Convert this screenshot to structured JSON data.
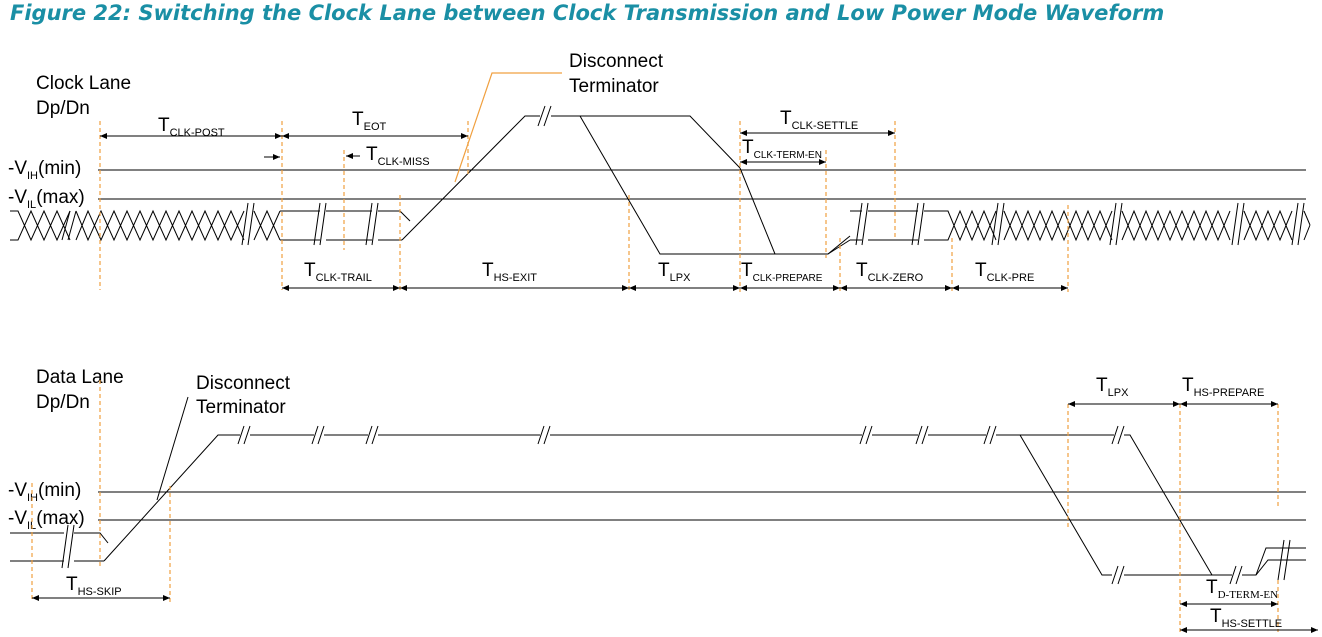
{
  "caption": "Figure 22: Switching the Clock Lane between Clock Transmission and Low Power Mode Waveform",
  "colors": {
    "caption": "#1a8fa5",
    "marker": "#f0a040",
    "ink": "#000000",
    "callout": "#f0a040"
  },
  "clock_lane": {
    "title_line1": "Clock Lane",
    "title_line2": "Dp/Dn",
    "vih": {
      "prefix": "-V",
      "sub": "IH",
      "suffix": "(min)"
    },
    "vil": {
      "prefix": "-V",
      "sub": "IL",
      "suffix": "(max)"
    },
    "callout_line1": "Disconnect",
    "callout_line2": "Terminator",
    "timings": {
      "clk_post": {
        "t": "T",
        "sub": "CLK-POST"
      },
      "eot": {
        "t": "T",
        "sub": "EOT"
      },
      "clk_miss": {
        "t": "T",
        "sub": "CLK-MISS"
      },
      "clk_settle": {
        "t": "T",
        "sub": "CLK-SETTLE"
      },
      "clk_term_en": {
        "t": "T",
        "sub": "CLK-TERM-EN"
      },
      "clk_trail": {
        "t": "T",
        "sub": "CLK-TRAIL"
      },
      "hs_exit": {
        "t": "T",
        "sub": "HS-EXIT"
      },
      "lpx": {
        "t": "T",
        "sub": "LPX"
      },
      "clk_prepare": {
        "t": "T",
        "sub": "CLK-PREPARE"
      },
      "clk_zero": {
        "t": "T",
        "sub": "CLK-ZERO"
      },
      "clk_pre": {
        "t": "T",
        "sub": "CLK-PRE"
      }
    }
  },
  "data_lane": {
    "title_line1": "Data Lane",
    "title_line2": "Dp/Dn",
    "vih": {
      "prefix": "-V",
      "sub": "IH",
      "suffix": "(min)"
    },
    "vil": {
      "prefix": "-V",
      "sub": "IL",
      "suffix": "(max)"
    },
    "callout_line1": "Disconnect",
    "callout_line2": "Terminator",
    "timings": {
      "hs_skip": {
        "t": "T",
        "sub": "HS-SKIP"
      },
      "lpx": {
        "t": "T",
        "sub": "LPX"
      },
      "hs_prepare": {
        "t": "T",
        "sub": "HS-PREPARE"
      },
      "d_term_en": {
        "t": "T",
        "sub": "D-TERM-EN"
      },
      "hs_settle": {
        "t": "T",
        "sub": "HS-SETTLE"
      }
    }
  }
}
